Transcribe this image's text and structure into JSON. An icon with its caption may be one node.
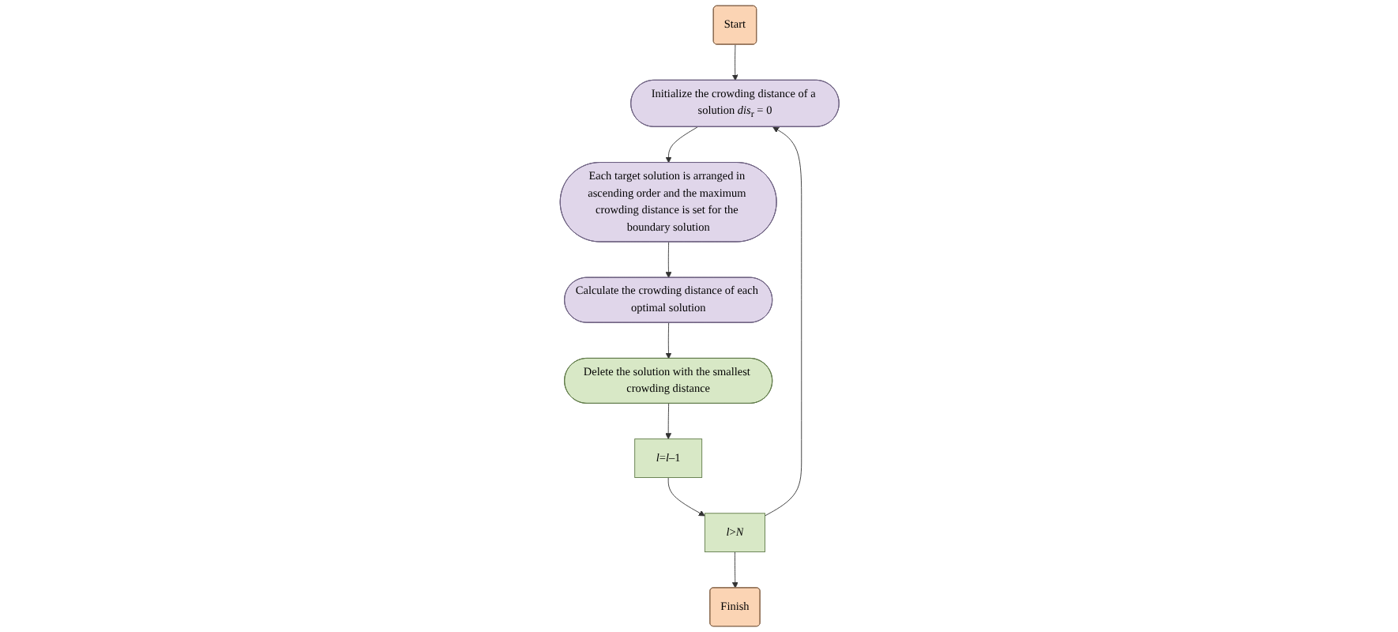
{
  "diagram": {
    "nodes": [
      {
        "text": [
          "Start"
        ]
      },
      {
        "text": [
          "Initialize the crowding distance of a solution *dis*$_{r}$ = 0"
        ]
      },
      {
        "text": [
          "Each target solution is arranged in ascending order and the maximum crowding distance is set for the boundary solution"
        ]
      },
      {
        "text": [
          "Calculate the crowding distance of each optimal solution"
        ]
      },
      {
        "text": [
          "Delete the solution with the smallest crowding distance"
        ]
      },
      {
        "text": [
          "*l*=*l*–1"
        ]
      },
      {
        "text": [
          "*l*>*N*"
        ]
      },
      {
        "text": [
          "Finish"
        ]
      }
    ],
    "edges": [
      {
        "from": 0,
        "to": 1,
        "arrow": "to"
      },
      {
        "from": 1,
        "to": 2,
        "arrow": "to"
      },
      {
        "from": 2,
        "to": 3,
        "arrow": "to"
      },
      {
        "from": 3,
        "to": 4,
        "arrow": "to"
      },
      {
        "from": 4,
        "to": 5,
        "arrow": "to"
      },
      {
        "from": 5,
        "to": 6,
        "arrow": "to"
      },
      {
        "from": 6,
        "to": 7,
        "arrow": "to"
      },
      {
        "from": 6,
        "to": 1,
        "arrow": "to"
      }
    ]
  }
}
